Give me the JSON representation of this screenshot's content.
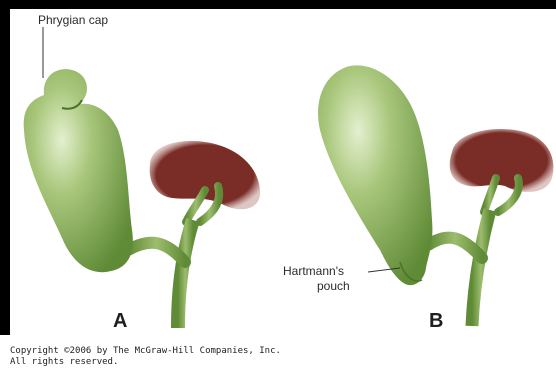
{
  "labels": {
    "phrygian_cap": "Phrygian cap",
    "hartmanns_pouch_line1": "Hartmann's",
    "hartmanns_pouch_line2": "pouch",
    "panel_a": "A",
    "panel_b": "B"
  },
  "copyright": {
    "line1": "Copyright ©2006 by The McGraw-Hill Companies, Inc.",
    "line2": "All rights reserved."
  },
  "colors": {
    "gallbladder": "#7ba24e",
    "gallbladder_highlight": "#e4f0cf",
    "liver": "#7a2c26",
    "background": "#ffffff",
    "frame": "#000000"
  }
}
